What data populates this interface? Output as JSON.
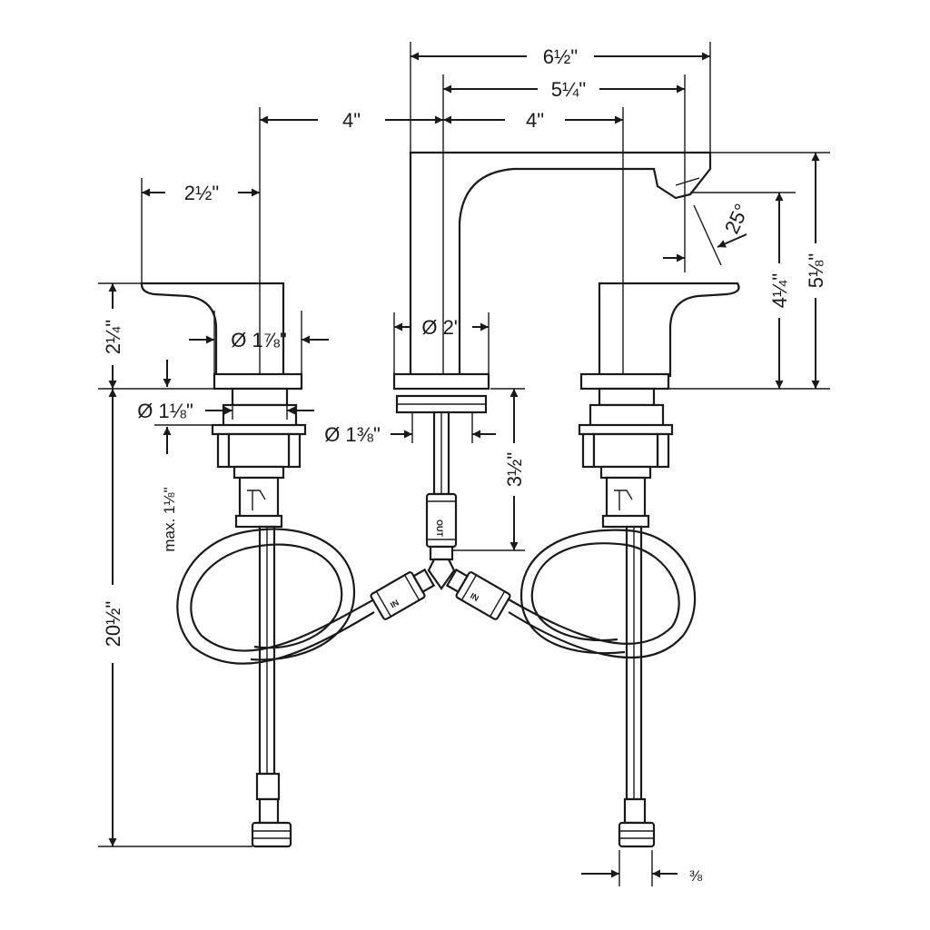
{
  "dimensions": {
    "overall_width": "6½\"",
    "spout_reach": "5¼\"",
    "left_spacing": "4\"",
    "right_spacing": "4\"",
    "handle_length": "2½\"",
    "handle_base_height": "2¼\"",
    "handle_base_diameter": "Ø 1⅞\"",
    "handle_shank_diameter": "Ø 1⅛\"",
    "spout_base_diameter": "Ø 2\"",
    "spout_shank_diameter": "Ø 1⅜\"",
    "max_deck_thickness": "max. 1⅛\"",
    "spout_shank_length": "3½\"",
    "spout_outlet_height": "4¼\"",
    "spout_total_height": "5⅛\"",
    "spray_angle": "25°",
    "hose_length": "20½\"",
    "connection_size": "⅜"
  },
  "connector_labels": {
    "label_a": "OUT",
    "label_b": "IN"
  },
  "colors": {
    "line": "#1a1a1a",
    "background": "#ffffff"
  }
}
